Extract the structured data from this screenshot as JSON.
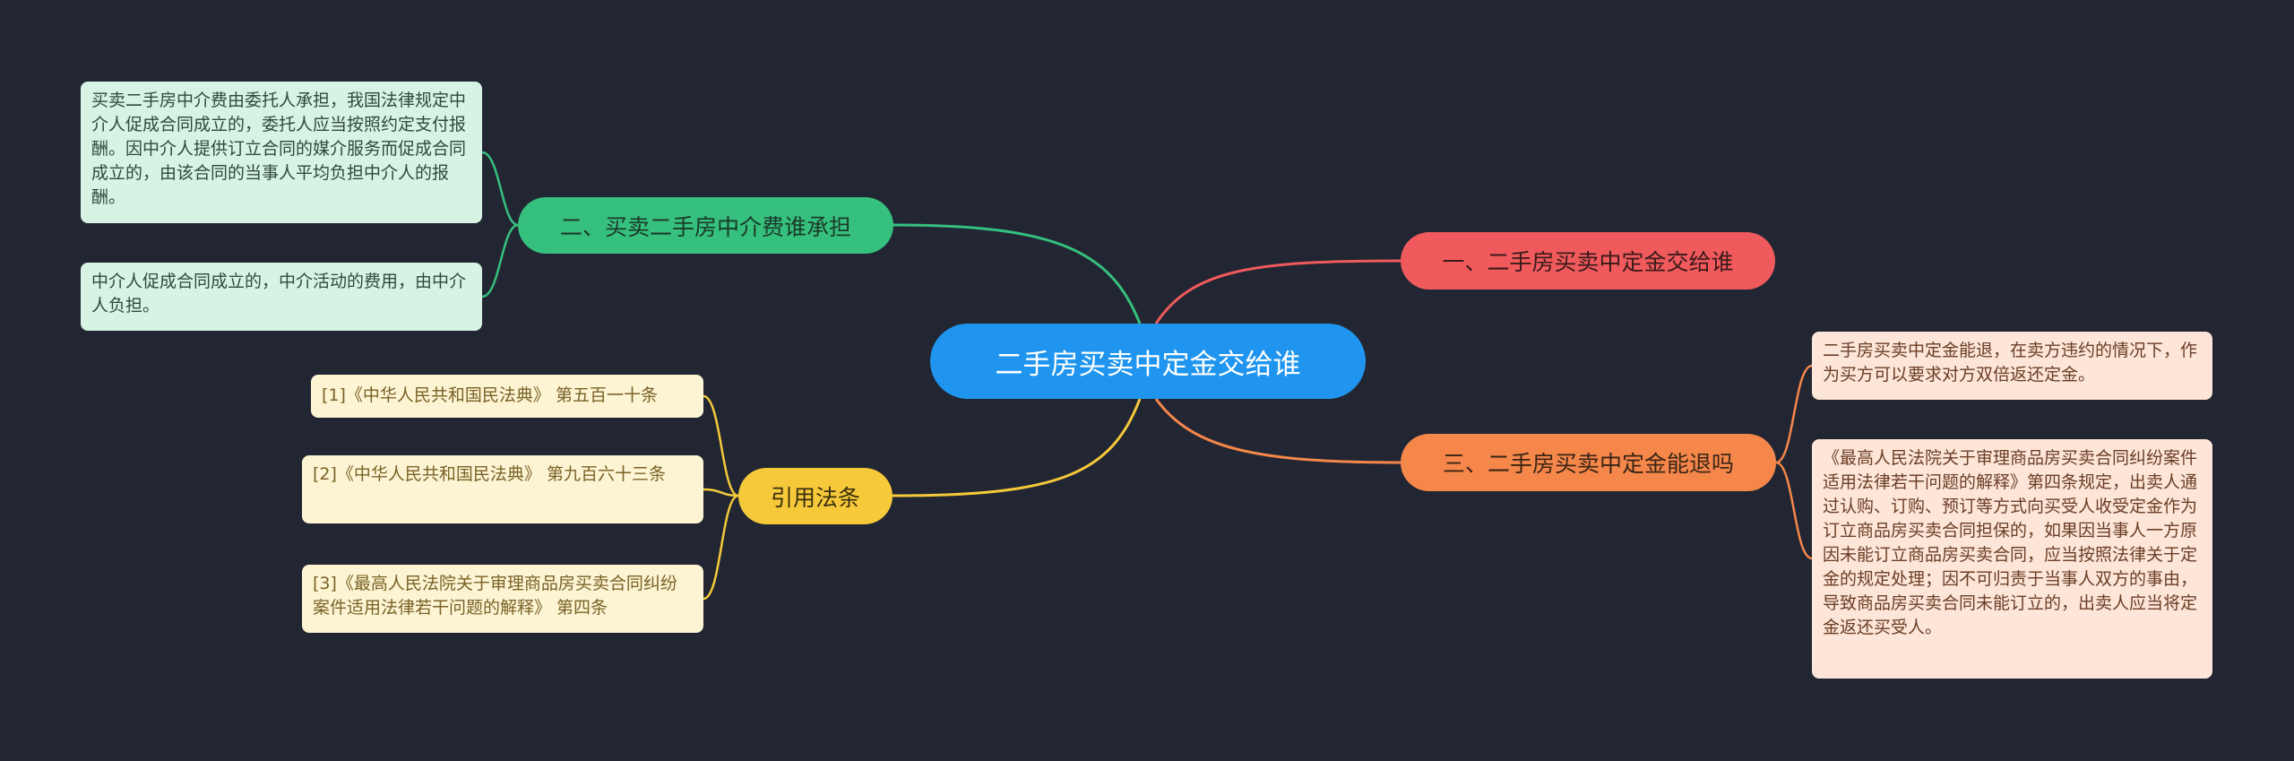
{
  "colors": {
    "background": "#222633",
    "center": "#1f95ef",
    "branch_red": "#f05a5c",
    "branch_green": "#36c07e",
    "branch_orange": "#f5874b",
    "branch_yellow": "#f5c93a"
  },
  "center": {
    "label": "二手房买卖中定金交给谁"
  },
  "branches": {
    "b1": {
      "label": "一、二手房买卖中定金交给谁"
    },
    "b2": {
      "label": "二、买卖二手房中介费谁承担",
      "leaves": [
        "买卖二手房中介费由委托人承担，我国法律规定中介人促成合同成立的，委托人应当按照约定支付报酬。因中介人提供订立合同的媒介服务而促成合同成立的，由该合同的当事人平均负担中介人的报酬。",
        "中介人促成合同成立的，中介活动的费用，由中介人负担。"
      ]
    },
    "b3": {
      "label": "三、二手房买卖中定金能退吗",
      "leaves": [
        "二手房买卖中定金能退，在卖方违约的情况下，作为买方可以要求对方双倍返还定金。",
        "《最高人民法院关于审理商品房买卖合同纠纷案件适用法律若干问题的解释》第四条规定，出卖人通过认购、订购、预订等方式向买受人收受定金作为订立商品房买卖合同担保的，如果因当事人一方原因未能订立商品房买卖合同，应当按照法律关于定金的规定处理；因不可归责于当事人双方的事由，导致商品房买卖合同未能订立的，出卖人应当将定金返还买受人。"
      ]
    },
    "b4": {
      "label": "引用法条",
      "leaves": [
        "[1]《中华人民共和国民法典》 第五百一十条",
        "[2]《中华人民共和国民法典》 第九百六十三条",
        "[3]《最高人民法院关于审理商品房买卖合同纠纷案件适用法律若干问题的解释》 第四条"
      ]
    }
  }
}
